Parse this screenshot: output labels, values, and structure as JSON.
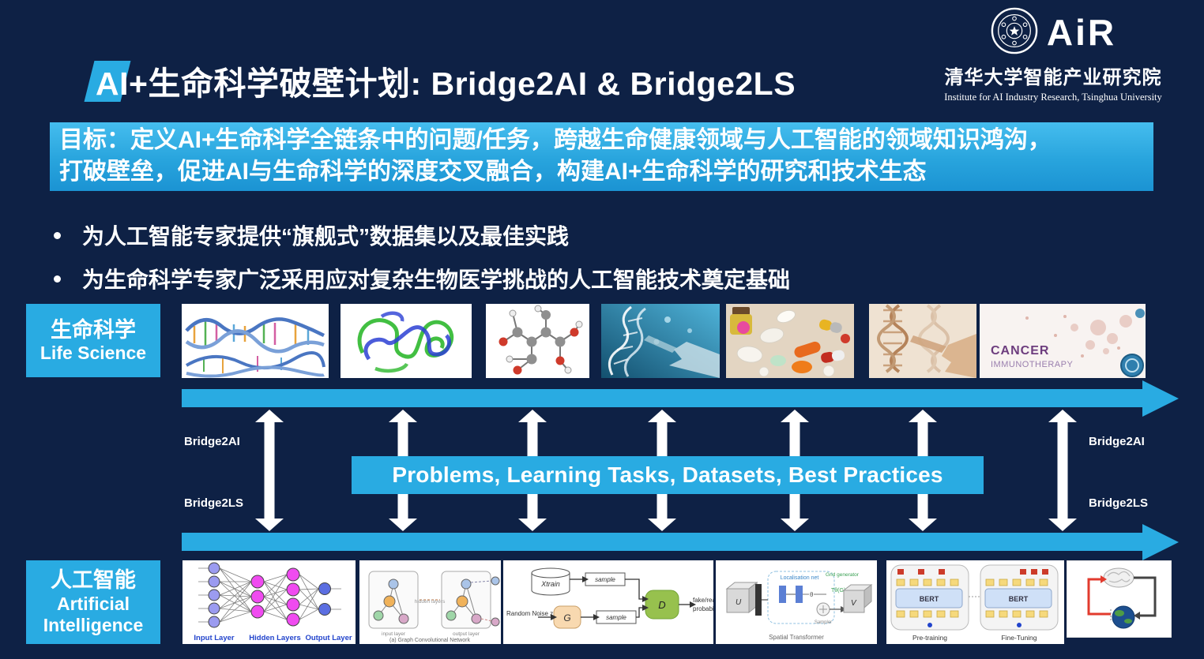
{
  "colors": {
    "bg": "#0e2145",
    "accent": "#29abe2"
  },
  "logo": {
    "air": "AiR",
    "cn": "清华大学智能产业研究院",
    "en": "Institute for AI Industry Research,  Tsinghua University"
  },
  "title": "AI+生命科学破壁计划: Bridge2AI & Bridge2LS",
  "goal": {
    "line1": "目标：定义AI+生命科学全链条中的问题/任务，跨越生命健康领域与人工智能的领域知识鸿沟，",
    "line2": "打破壁垒，促进AI与生命科学的深度交叉融合，构建AI+生命科学的研究和技术生态"
  },
  "bullets": [
    "为人工智能专家提供“旗舰式”数据集以及最佳实践",
    "为生命科学专家广泛采用应对复杂生物医学挑战的人工智能技术奠定基础"
  ],
  "life_row": {
    "label_cn": "生命科学",
    "label_en": "Life Science",
    "cancer_l1": "CANCER",
    "cancer_l2": "IMMUNOTHERAPY"
  },
  "ai_row": {
    "label_cn": "人工智能",
    "label_en1": "Artificial",
    "label_en2": "Intelligence"
  },
  "bridge": {
    "left_top": "Bridge2AI",
    "left_bottom": "Bridge2LS",
    "right_top": "Bridge2AI",
    "right_bottom": "Bridge2LS",
    "center": "Problems, Learning Tasks, Datasets, Best Practices"
  },
  "nn": {
    "input": "Input Layer",
    "hidden": "Hidden Layers",
    "output": "Output Layer"
  },
  "gcn": {
    "in": "input layer",
    "out": "output layer",
    "hid": "hidden layers",
    "caption": "(a) Graph Convolutional Network"
  },
  "gan": {
    "xtrain": "Xtrain",
    "sample1": "sample",
    "sample2": "sample",
    "g": "G",
    "d": "D",
    "noise": "Random Noise z",
    "out1": "fake/real",
    "out2": "probability"
  },
  "st": {
    "u": "U",
    "v": "V",
    "loc": "Localisation net",
    "grid": "Grid generator",
    "tg": "Tθ(G)",
    "sampler": "Sampler",
    "caption": "Spatial Transformer"
  },
  "bert": {
    "b1": "BERT",
    "b2": "BERT",
    "cap1": "Pre-training",
    "cap2": "Fine-Tuning"
  }
}
